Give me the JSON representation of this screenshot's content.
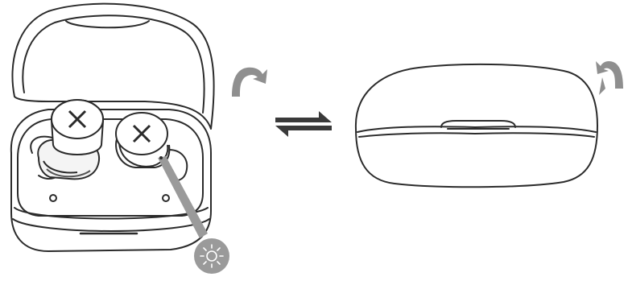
{
  "figure": {
    "panels": [
      {
        "id": "open",
        "state": "open-case",
        "icon": "earbuds-case-open"
      },
      {
        "id": "closed",
        "state": "closed-case",
        "icon": "earbuds-case-closed"
      }
    ],
    "icons": {
      "open_rotate": "rotate-arrow-right-icon",
      "close_rotate": "rotate-arrow-left-icon",
      "toggle": "bidirectional-arrows-icon",
      "indicator": "led-light-indicator-icon"
    },
    "colors": {
      "stroke": "#2b2b2b",
      "gray": "#8f8f8f",
      "background": "#ffffff"
    }
  }
}
